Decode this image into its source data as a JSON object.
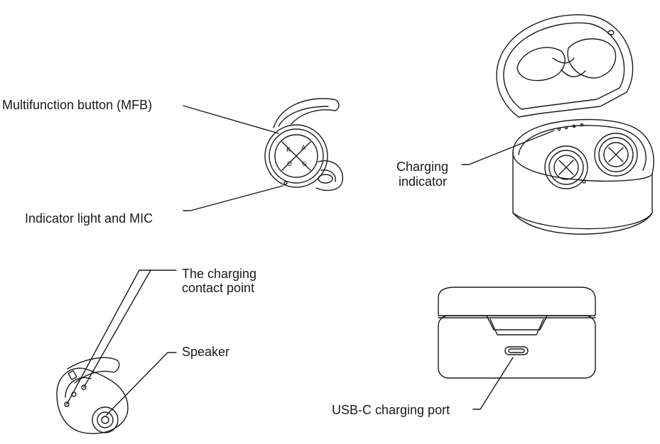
{
  "labels": {
    "mfb": "Multifunction button (MFB)",
    "indicator_mic": "Indicator light and MIC",
    "charging_indicator_line1": "Charging",
    "charging_indicator_line2": "indicator",
    "charging_contact_line1": "The charging",
    "charging_contact_line2": "contact point",
    "speaker": "Speaker",
    "usb_c": "USB-C charging port"
  },
  "colors": {
    "stroke": "#1a1a1a",
    "background": "#ffffff"
  }
}
